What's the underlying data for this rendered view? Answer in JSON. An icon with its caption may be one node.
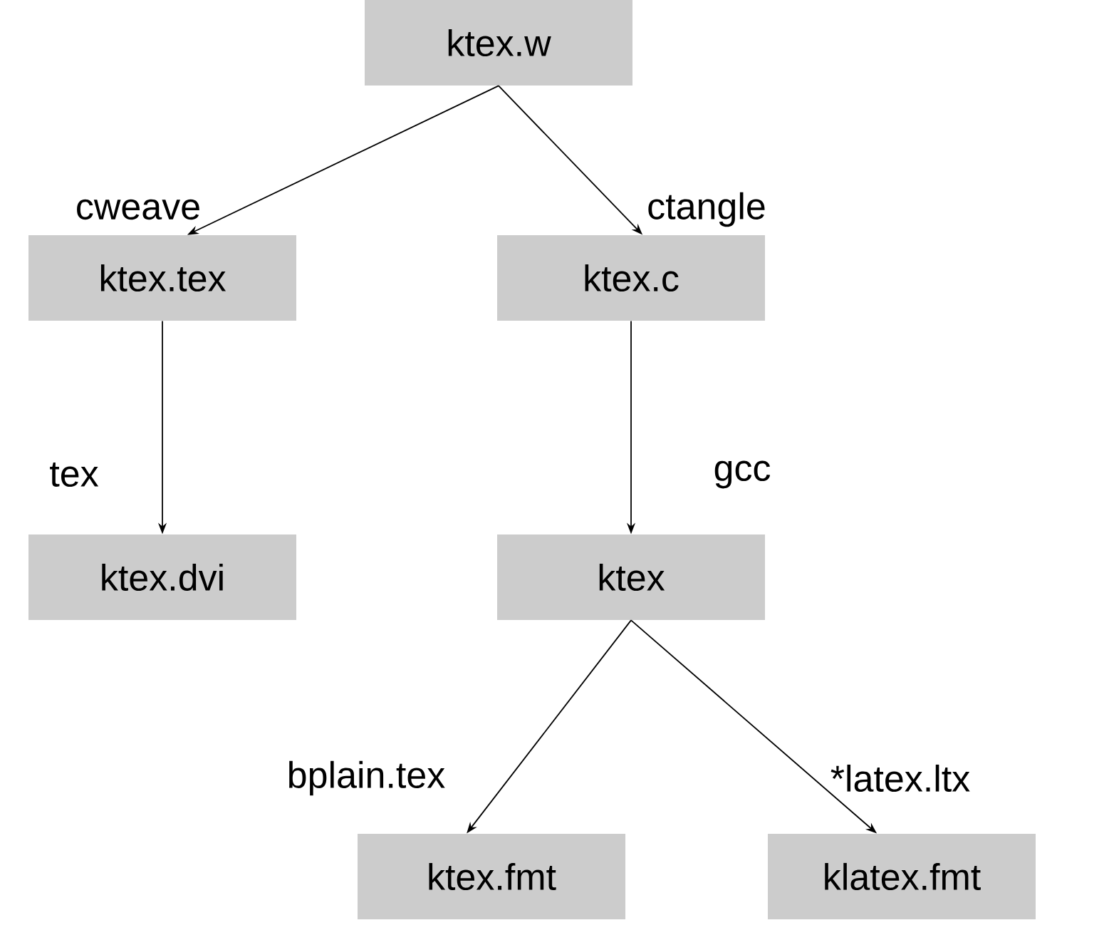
{
  "diagram": {
    "nodes": [
      {
        "text": [
          "ktex.w"
        ]
      },
      {
        "text": [
          "ktex.tex"
        ]
      },
      {
        "text": [
          "ktex.c"
        ]
      },
      {
        "text": [
          "ktex.dvi"
        ]
      },
      {
        "text": [
          "ktex"
        ]
      },
      {
        "text": [
          "ktex.fmt"
        ]
      },
      {
        "text": [
          "klatex.fmt"
        ]
      }
    ],
    "edges": [
      {
        "from": 0,
        "to": 1,
        "arrow": "to",
        "label": "cweave"
      },
      {
        "from": 0,
        "to": 2,
        "arrow": "to",
        "label": "ctangle"
      },
      {
        "from": 1,
        "to": 3,
        "arrow": "to",
        "label": "tex"
      },
      {
        "from": 2,
        "to": 4,
        "arrow": "to",
        "label": "gcc"
      },
      {
        "from": 4,
        "to": 5,
        "arrow": "to",
        "label": "bplain.tex"
      },
      {
        "from": 4,
        "to": 6,
        "arrow": "to",
        "label": "*latex.ltx"
      }
    ]
  }
}
